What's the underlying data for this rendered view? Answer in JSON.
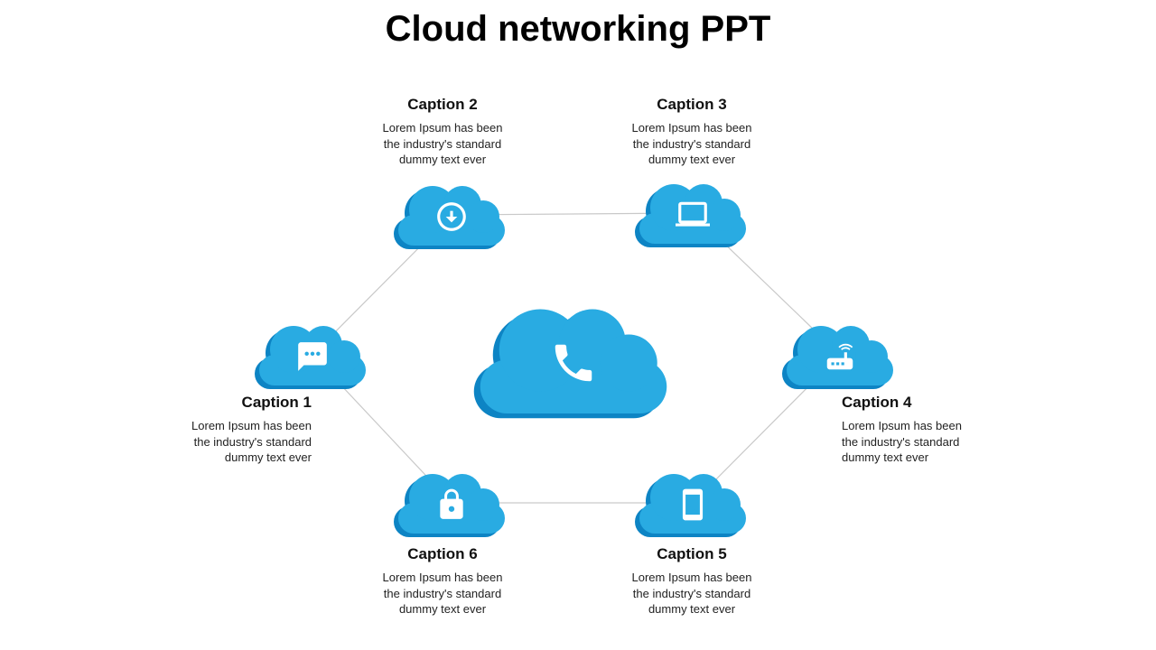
{
  "title": "Cloud networking PPT",
  "colors": {
    "cloud": "#29ABE2",
    "cloud_shadow": "#0D84C4",
    "icon": "#FFFFFF",
    "connector": "#C9C9C9",
    "heading": "#111111",
    "body_text": "#222222"
  },
  "center_cloud": {
    "icon": "phone-icon"
  },
  "captions": [
    {
      "title": "Caption 1",
      "body": "Lorem Ipsum has been the industry's standard dummy text ever",
      "icon": "chat-icon"
    },
    {
      "title": "Caption 2",
      "body": "Lorem Ipsum has been the industry's standard dummy text ever",
      "icon": "download-icon"
    },
    {
      "title": "Caption 3",
      "body": "Lorem Ipsum has been the industry's standard dummy text ever",
      "icon": "laptop-icon"
    },
    {
      "title": "Caption 4",
      "body": "Lorem Ipsum has been the industry's standard dummy text ever",
      "icon": "router-icon"
    },
    {
      "title": "Caption 5",
      "body": "Lorem Ipsum has been the industry's standard dummy text ever",
      "icon": "smartphone-icon"
    },
    {
      "title": "Caption 6",
      "body": "Lorem Ipsum has been the industry's standard dummy text ever",
      "icon": "lock-icon"
    }
  ]
}
